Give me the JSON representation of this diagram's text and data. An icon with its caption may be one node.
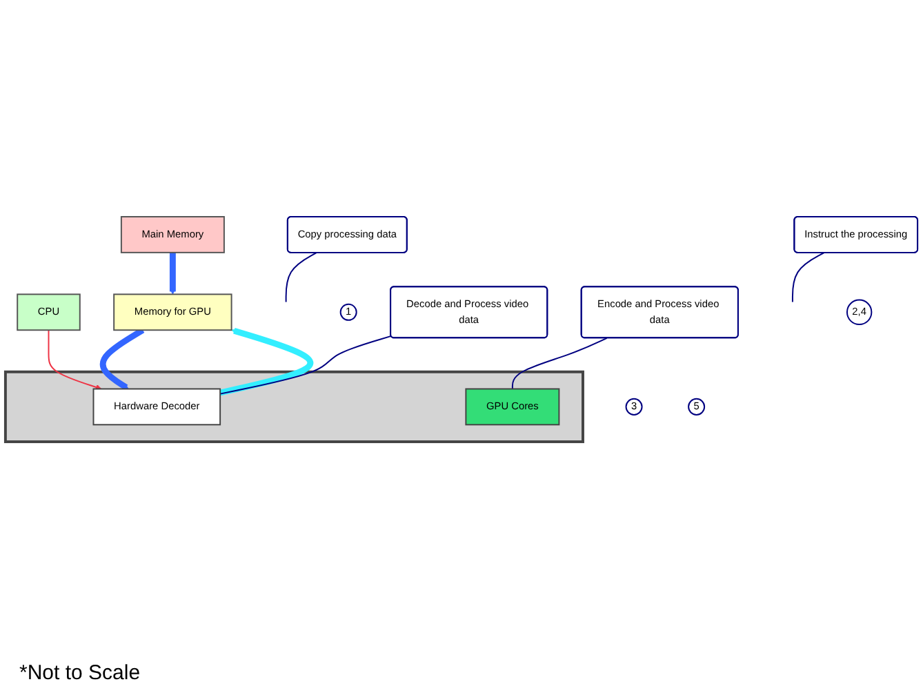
{
  "diagram": {
    "nodes": [
      {
        "text": [
          "Main Memory"
        ]
      },
      {
        "text": [
          "CPU"
        ]
      },
      {
        "text": [
          "Memory for GPU"
        ]
      },
      {
        "text": [],
        "shape": "box"
      },
      {
        "text": [
          "Hardware Decoder"
        ],
        "in": 3
      },
      {
        "text": [
          "GPU Cores"
        ],
        "in": 3
      },
      {
        "text": [
          "Copy processing data"
        ]
      },
      {
        "text": [
          "1"
        ]
      },
      {
        "text": [
          "Instruct the processing"
        ]
      },
      {
        "text": [
          "2,4"
        ]
      },
      {
        "text": [
          "Decode and Process video data"
        ]
      },
      {
        "text": [
          "3"
        ]
      },
      {
        "text": [
          "Encode and Process video data"
        ]
      },
      {
        "text": [
          "5"
        ]
      }
    ],
    "edges": [
      {
        "from": 0,
        "to": 2,
        "arrow": "to",
        "style": "thick",
        "color": "#3366ff"
      },
      {
        "from": 2,
        "to": 4,
        "arrow": "to",
        "style": "thick",
        "color": "#3366ff"
      },
      {
        "from": 1,
        "to": 4,
        "arrow": "to",
        "color": "#ee3344"
      },
      {
        "from": 4,
        "to": 2,
        "arrow": "to",
        "style": "thick",
        "color": "#33eeff"
      },
      {
        "from": 6,
        "to": null,
        "arrow": "none"
      },
      {
        "from": 8,
        "to": null,
        "arrow": "none"
      },
      {
        "from": 10,
        "to": 4,
        "arrow": "none"
      },
      {
        "from": 12,
        "to": 5,
        "arrow": "none"
      }
    ],
    "labels": [
      "*Not to Scale"
    ]
  }
}
